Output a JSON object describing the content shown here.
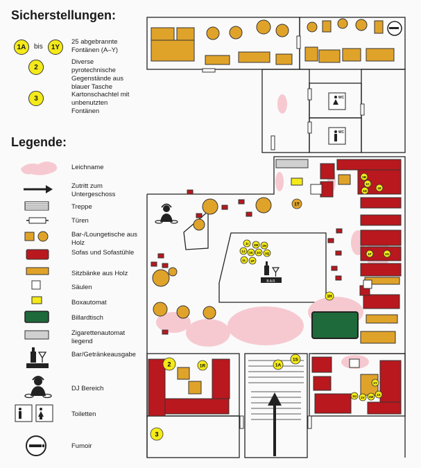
{
  "sicherstellungen": {
    "title": "Sicherstellungen:",
    "items": [
      {
        "badge_from": "1A",
        "bis": "bis",
        "badge_to": "1Y",
        "text": "25 abgebrannte Fontänen (A–Y)"
      },
      {
        "badge": "2",
        "text": "Diverse pyrotechnische Gegenstände aus blauer Tasche"
      },
      {
        "badge": "3",
        "text": "Kartonschachtel mit unbenutzten Fontänen"
      }
    ]
  },
  "legende": {
    "title": "Legende:",
    "items": [
      {
        "icon": "corpse-shape",
        "label": "Leichname"
      },
      {
        "icon": "arrow-right-icon",
        "label": "Zutritt zum Untergeschoss"
      },
      {
        "icon": "stairs-icon",
        "label": "Treppe"
      },
      {
        "icon": "door-icon",
        "label": "Türen"
      },
      {
        "icon": "wood-table-icon",
        "label": "Bar-/Loungetische aus Holz"
      },
      {
        "icon": "sofa-icon",
        "label": "Sofas und Sofastühle"
      },
      {
        "icon": "wood-bench-icon",
        "label": "Sitzbänke aus Holz"
      },
      {
        "icon": "pillar-icon",
        "label": "Säulen"
      },
      {
        "icon": "boxing-machine-icon",
        "label": "Boxautomat"
      },
      {
        "icon": "billiard-table-icon",
        "label": "Billardtisch"
      },
      {
        "icon": "cigarette-machine-icon",
        "label": "Zigarettenautomat liegend"
      },
      {
        "icon": "bar-icon",
        "label": "Bar/Getränkeausgabe"
      },
      {
        "icon": "dj-icon",
        "label": "DJ Bereich"
      },
      {
        "icon": "toilet-icon",
        "label": "Toiletten"
      },
      {
        "icon": "smoking-room-icon",
        "label": "Fumoir"
      }
    ]
  },
  "plan": {
    "wc_label": "WC",
    "bar_label": "BAR",
    "markers": [
      "1A",
      "1S",
      "1R",
      "1T",
      "1H",
      "1B",
      "1C",
      "1D",
      "1E",
      "1F",
      "1G",
      "1I",
      "1J",
      "1K",
      "1L",
      "1M",
      "1N",
      "1O",
      "1P",
      "1Q",
      "1U",
      "1V",
      "1W",
      "1X",
      "1Y",
      "2",
      "3"
    ]
  },
  "colors": {
    "wood": "#e0a32a",
    "sofa": "#b8181e",
    "marker": "#f4ea1a",
    "corpse": "#f6c9d0",
    "billiard": "#1e6a3a"
  }
}
